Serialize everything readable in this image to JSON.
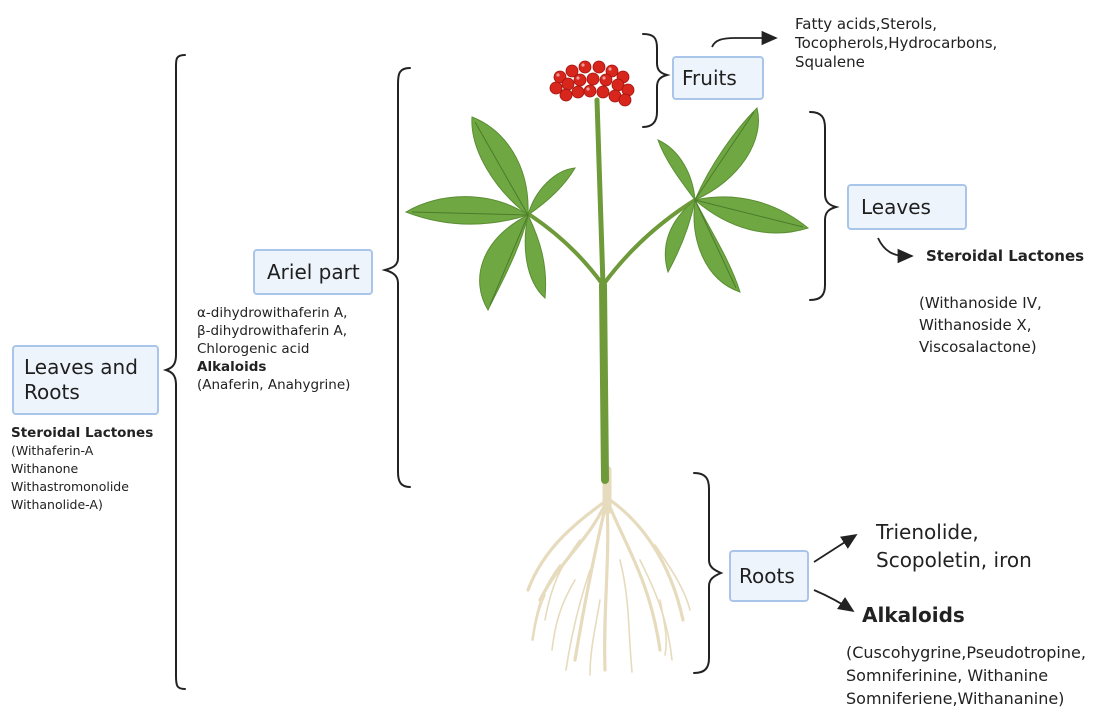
{
  "fruits": {
    "label": "Fruits",
    "compounds": [
      "Fatty acids,Sterols,",
      "Tocopherols,Hydrocarbons,",
      "Squalene"
    ]
  },
  "leaves": {
    "label": "Leaves",
    "heading": "Steroidal Lactones",
    "compounds": [
      "(Withanoside IV,",
      "Withanoside X,",
      "Viscosalactone)"
    ]
  },
  "ariel": {
    "label": "Ariel part",
    "compounds": [
      "α-dihydrowithaferin A,",
      "β-dihydrowithaferin A,",
      "Chlorogenic acid"
    ],
    "heading2": "Alkaloids",
    "compounds2": [
      "(Anaferin, Anahygrine)"
    ]
  },
  "leaves_roots": {
    "label_line1": "Leaves and",
    "label_line2": "Roots",
    "heading": "Steroidal Lactones",
    "compounds": [
      "(Withaferin-A",
      "Withanone",
      "Withastromonolide",
      "Withanolide-A)"
    ]
  },
  "roots": {
    "label": "Roots",
    "compounds": [
      "Trienolide,",
      "Scopoletin, iron"
    ],
    "heading2": "Alkaloids",
    "compounds2": [
      "(Cuscohygrine,Pseudotropine,",
      "Somniferinine, Withanine",
      "Somniferiene,Withananine)"
    ]
  },
  "colors": {
    "box_fill": "#eef4fc",
    "box_border": "#a9c6ea",
    "leaf": "#6fa843",
    "stem": "#6e9a3a",
    "berry": "#d8261c",
    "root": "#e6d8b5"
  }
}
